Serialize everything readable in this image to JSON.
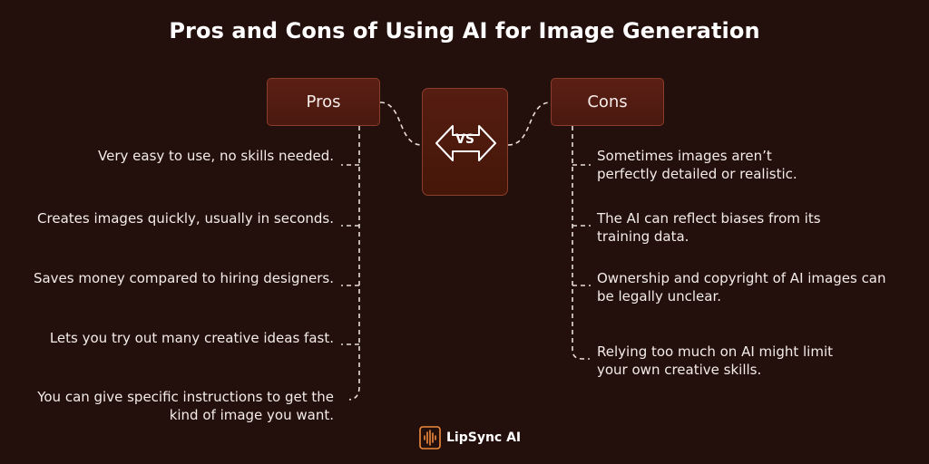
{
  "title": "Pros and Cons of Using AI for Image Generation",
  "pros": {
    "label": "Pros",
    "items": [
      "Very easy to use, no skills needed.",
      "Creates images quickly, usually in seconds.",
      "Saves money compared to hiring designers.",
      "Lets you try out many creative ideas fast.",
      "You can give specific instructions to get the kind of image you want."
    ]
  },
  "vs": {
    "label": "VS"
  },
  "cons": {
    "label": "Cons",
    "items": [
      "Sometimes images aren’t perfectly detailed or realistic.",
      "The AI can reflect biases from its training data.",
      "Ownership and copyright of AI images can be legally unclear.",
      "Relying too much on AI might limit your own creative skills."
    ]
  },
  "brand": {
    "name": "LipSync AI",
    "icon": "soundwave-logo-icon"
  },
  "colors": {
    "background": "#230f0c",
    "box": "#4f1b10",
    "box_border": "#8a3d2a",
    "accent": "#f08a3c"
  }
}
